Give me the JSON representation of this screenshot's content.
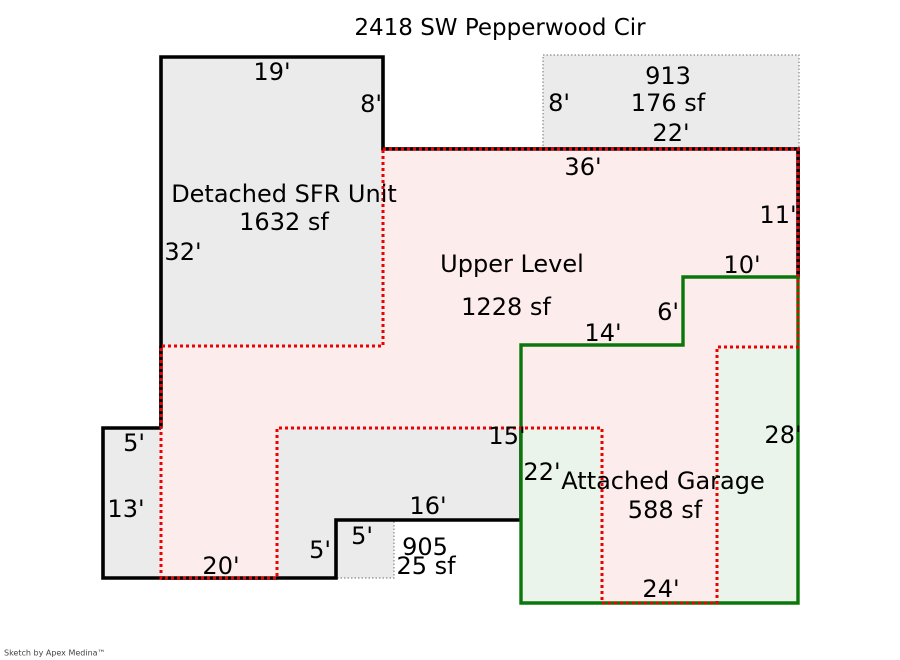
{
  "title": "2418 SW Pepperwood Cir",
  "footer_credit": "Sketch by Apex Medina™",
  "colors": {
    "first_floor_fill": "#ebebeb",
    "first_floor_outline": "#000000",
    "upper_fill": "#fdecec",
    "upper_outline": "#ee0000",
    "garage_fill": "#eaf4ea",
    "garage_outline": "#0b770b",
    "small_area_fill": "#ebebeb",
    "small_area_outline": "#8a8a8a"
  },
  "areas": {
    "detached_sfr": {
      "label": "Detached SFR Unit",
      "area": "1632 sf"
    },
    "upper_level": {
      "label": "Upper Level",
      "area": "1228 sf"
    },
    "attached_garage": {
      "label": "Attached Garage",
      "area": "588 sf"
    },
    "area_913": {
      "label": "913",
      "area": "176 sf"
    },
    "area_905": {
      "label": "905",
      "area": "25 sf"
    }
  },
  "dims": {
    "detached_top": "19'",
    "detached_right": "8'",
    "detached_left": "32'",
    "p913_left": "8'",
    "p913_bottom": "22'",
    "upper_top": "36'",
    "upper_right": "11'",
    "garage_top": "10'",
    "garage_step": "6'",
    "garage_inner_top": "14'",
    "garage_left": "22'",
    "garage_right": "28'",
    "garage_bottom": "24'",
    "house_wall": "15'",
    "notch_top": "5'",
    "notch_left": "13'",
    "bottom_left": "20'",
    "step_right": "5'",
    "p905_top": "5'",
    "bottom_right": "16'"
  }
}
